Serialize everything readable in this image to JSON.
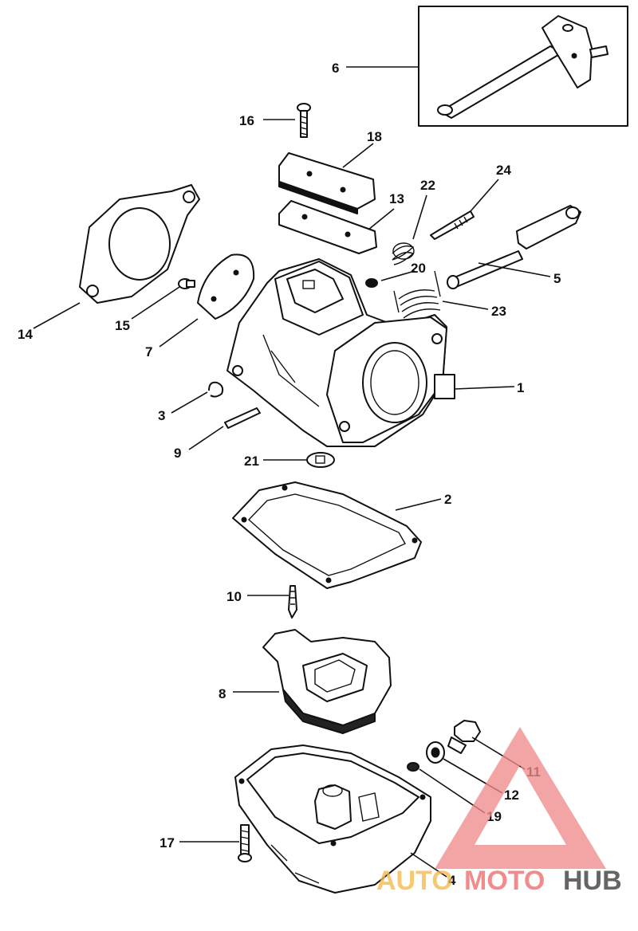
{
  "callouts": [
    {
      "id": "6",
      "text": "6"
    },
    {
      "id": "16",
      "text": "16"
    },
    {
      "id": "18",
      "text": "18"
    },
    {
      "id": "24",
      "text": "24"
    },
    {
      "id": "22",
      "text": "22"
    },
    {
      "id": "13",
      "text": "13"
    },
    {
      "id": "14",
      "text": "14"
    },
    {
      "id": "20",
      "text": "20"
    },
    {
      "id": "5",
      "text": "5"
    },
    {
      "id": "15",
      "text": "15"
    },
    {
      "id": "23",
      "text": "23"
    },
    {
      "id": "7",
      "text": "7"
    },
    {
      "id": "1",
      "text": "1"
    },
    {
      "id": "3",
      "text": "3"
    },
    {
      "id": "9",
      "text": "9"
    },
    {
      "id": "21",
      "text": "21"
    },
    {
      "id": "2",
      "text": "2"
    },
    {
      "id": "10",
      "text": "10"
    },
    {
      "id": "8",
      "text": "8"
    },
    {
      "id": "11",
      "text": "11"
    },
    {
      "id": "12",
      "text": "12"
    },
    {
      "id": "19",
      "text": "19"
    },
    {
      "id": "17",
      "text": "17"
    },
    {
      "id": "4",
      "text": "4"
    }
  ],
  "watermark": {
    "part1": "AUTO",
    "part2": "MOTO",
    "part3": "HUB",
    "color_primary": "#f5b94a",
    "color_secondary": "#ef6b6b",
    "color_tertiary": "#3a3a3a",
    "logo_color": "#f08c8c"
  }
}
